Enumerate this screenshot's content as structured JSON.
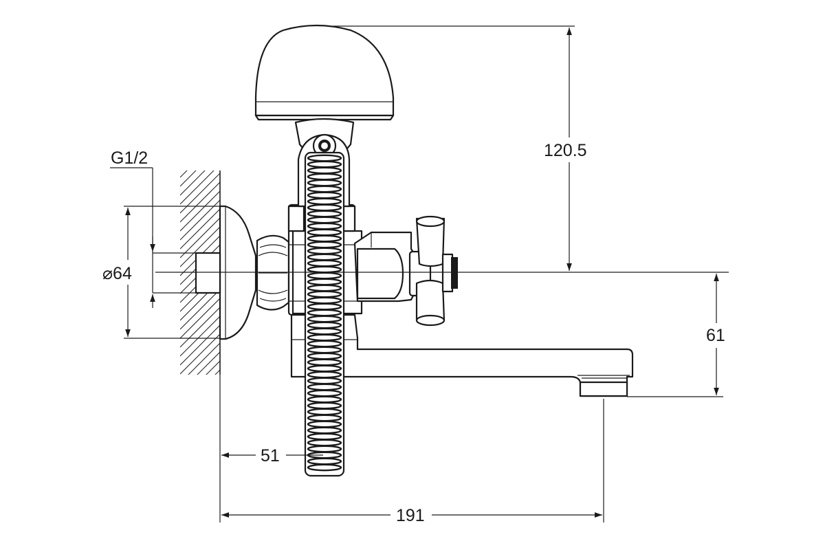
{
  "dimensions": {
    "thread": "G1/2",
    "flange_diameter": "⌀64",
    "height_to_shower_holder": "120.5",
    "height_to_spout": "61",
    "wall_to_axis": "51",
    "overall_length": "191"
  }
}
